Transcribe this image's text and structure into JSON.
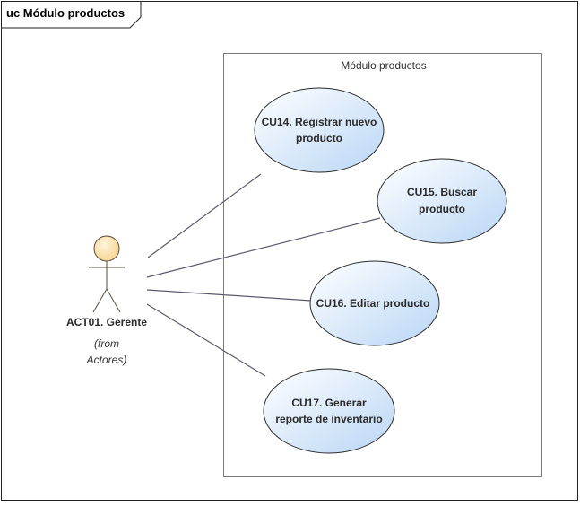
{
  "diagram": {
    "frame_title": "uc Módulo productos",
    "boundary_title": "Módulo productos"
  },
  "actor": {
    "name": "ACT01. Gerente",
    "note_line1": "(from",
    "note_line2": "Actores)"
  },
  "use_cases": [
    {
      "line1": "CU14. Registrar nuevo",
      "line2": "producto"
    },
    {
      "line1": "CU15. Buscar",
      "line2": "producto"
    },
    {
      "line1": "CU16. Editar producto",
      "line2": ""
    },
    {
      "line1": "CU17. Generar",
      "line2": "reporte de inventario"
    }
  ],
  "colors": {
    "use_case_fill_start": "#ffffff",
    "use_case_fill_end": "#bcd8f5",
    "actor_head": "#fde6b8",
    "lines": "#5a5a6e"
  }
}
